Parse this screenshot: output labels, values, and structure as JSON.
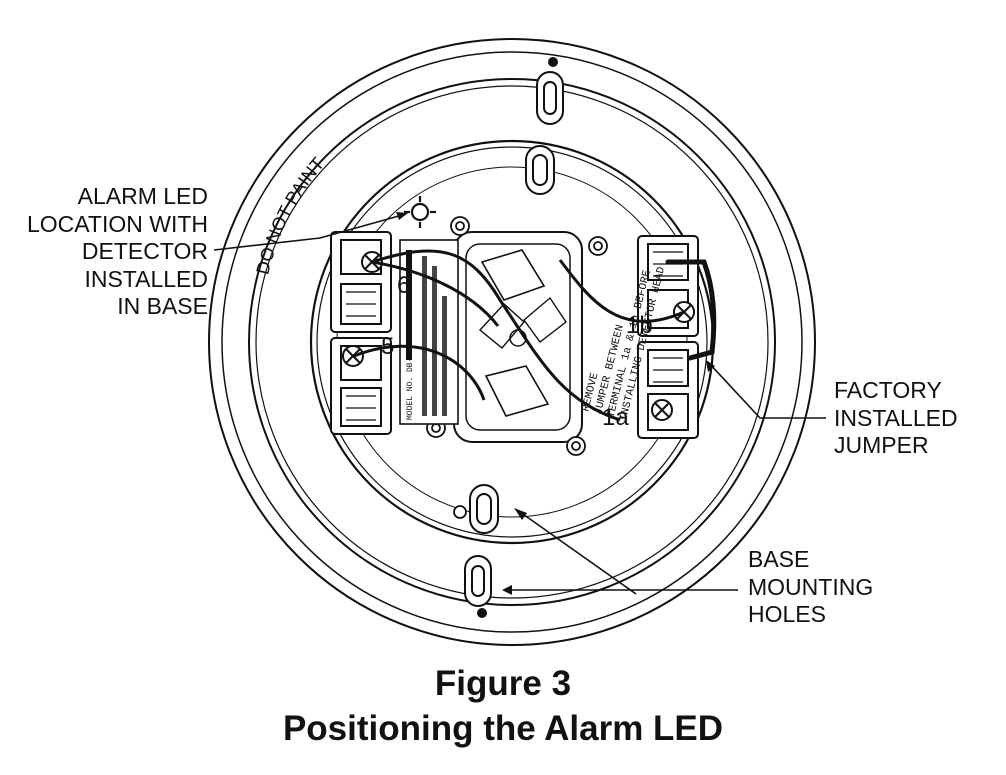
{
  "figure": {
    "ring_text": "DO NOT PAINT",
    "label_panel": {
      "jumper_note": [
        "REMOVE",
        "JUMPER BETWEEN",
        "TERMINAL 1a & 1b BEFORE",
        "INSTALLING DETECTOR HEAD"
      ],
      "model": "MODEL NO. DB-11"
    },
    "terminal_labels": {
      "t6": "6",
      "t5": "5",
      "t1b": "1b",
      "t1a": "1a"
    }
  },
  "callouts": {
    "alarm_led": [
      "ALARM LED",
      "LOCATION WITH",
      "DETECTOR",
      "INSTALLED",
      "IN BASE"
    ],
    "factory_jumper": [
      "FACTORY",
      "INSTALLED",
      "JUMPER"
    ],
    "mounting_holes": [
      "BASE",
      "MOUNTING",
      "HOLES"
    ]
  },
  "caption": {
    "number": "Figure 3",
    "title": "Positioning the Alarm LED"
  }
}
